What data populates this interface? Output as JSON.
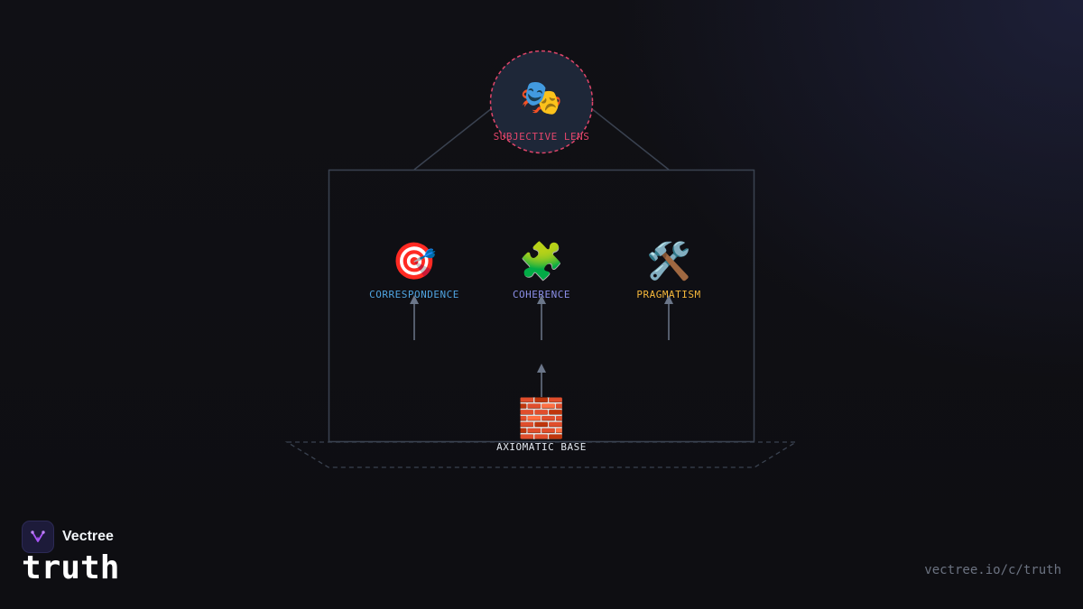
{
  "diagram": {
    "top_node": {
      "emoji": "🎭",
      "label": "SUBJECTIVE LENS",
      "color": "#e0456a"
    },
    "pillars": [
      {
        "emoji": "🎯",
        "label": "CORRESPONDENCE",
        "color": "#4fa3e0"
      },
      {
        "emoji": "🧩",
        "label": "COHERENCE",
        "color": "#8b8fe8"
      },
      {
        "emoji": "🛠️",
        "label": "PRAGMATISM",
        "color": "#f5b73b"
      }
    ],
    "base": {
      "emoji": "🧱",
      "label": "AXIOMATIC BASE",
      "color": "#e2e8f0"
    },
    "line_color": "#3a4250",
    "arrow_color": "#6b7689"
  },
  "brand": {
    "name": "Vectree",
    "accent": "#a855f7"
  },
  "page": {
    "title": "truth",
    "url": "vectree.io/c/truth"
  }
}
